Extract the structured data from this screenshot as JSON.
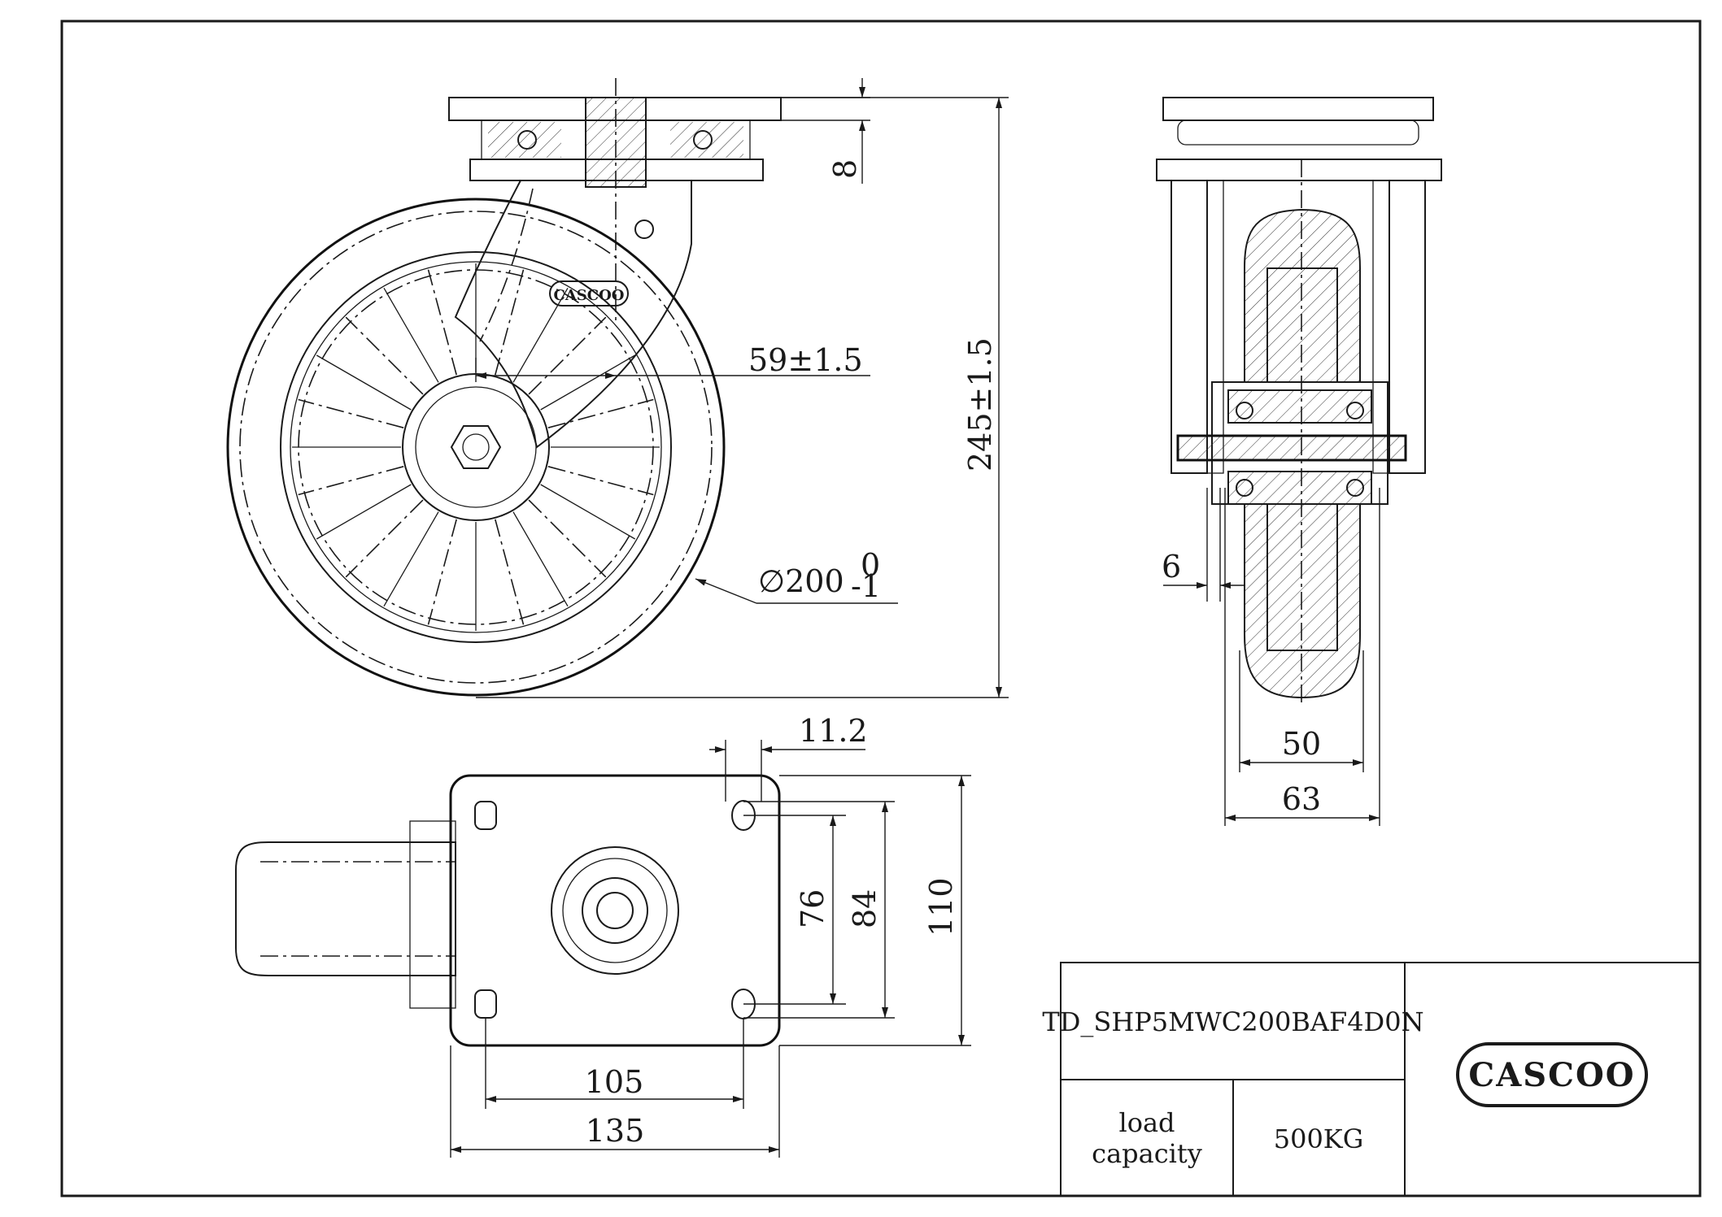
{
  "dimensions": {
    "top_plate_thickness": "8",
    "height": "245±1.5",
    "offset": "59±1.5",
    "wheel_diameter": "∅200",
    "wheel_diameter_tol_upper": "0",
    "wheel_diameter_tol_lower": "-1",
    "plate_edge_slot": "11.2",
    "hole_spacing_y_inner": "76",
    "hole_spacing_y_outer": "84",
    "plate_depth": "110",
    "hole_spacing_x": "105",
    "plate_width": "135",
    "tread_offset": "6",
    "wheel_width": "50",
    "fork_width": "63"
  },
  "title_block": {
    "part_number": "TD_SHP5MWC200BAF4D0N",
    "load_label_line1": "load",
    "load_label_line2": "capacity",
    "load_value": "500KG",
    "logo_text": "CASCOO"
  },
  "fork_logo_text": "CASCOO"
}
